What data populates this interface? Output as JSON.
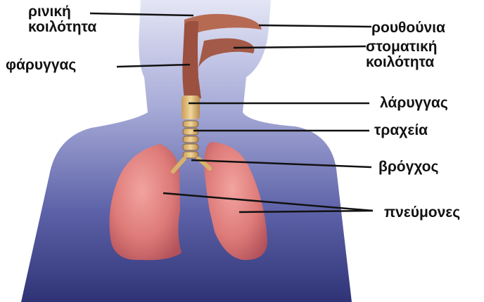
{
  "labels": {
    "nasal_cavity": {
      "line1": "ρινική",
      "line2": "κοιλότητα"
    },
    "nostrils": "ρουθούνια",
    "oral_cavity": {
      "line1": "στοματική",
      "line2": "κοιλότητα"
    },
    "pharynx": "φάρυγγας",
    "larynx": "λάρυγγας",
    "trachea": "τραχεία",
    "bronchus": "βρόγχος",
    "lungs": "πνεύμονες"
  },
  "colors": {
    "body_light": "#d9dcf0",
    "body_mid": "#8f93c7",
    "body_dark": "#2f3376",
    "lung": "#e07d7a",
    "lung_dark": "#b2525a",
    "airway": "#a65a45",
    "trachea_ring": "#e8c884",
    "leader_line": "#111111"
  }
}
